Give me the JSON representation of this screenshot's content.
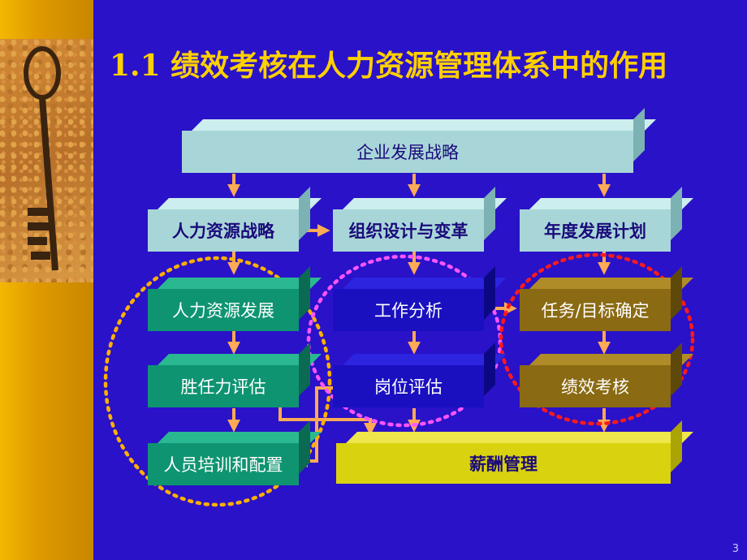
{
  "title": "1.1  绩效考核在人力资源管理体系中的作用",
  "nodes": {
    "strategy": "企业发展战略",
    "hr_strategy": "人力资源战略",
    "org_design": "组织设计与变革",
    "annual_plan": "年度发展计划",
    "hr_development": "人力资源发展",
    "job_analysis": "工作分析",
    "task_goal": "任务/目标确定",
    "competency": "胜任力评估",
    "position_eval": "岗位评估",
    "performance": "绩效考核",
    "training": "人员培训和配置",
    "compensation": "薪酬管理"
  },
  "page_number": "3",
  "colors": {
    "background": "#2a12c8",
    "title": "#ffd000",
    "arrow": "#ffaa55",
    "circle_left": "#ffb000",
    "circle_middle": "#ff55ff",
    "circle_right": "#ff1a1a"
  },
  "icons": [
    "key-photo"
  ]
}
